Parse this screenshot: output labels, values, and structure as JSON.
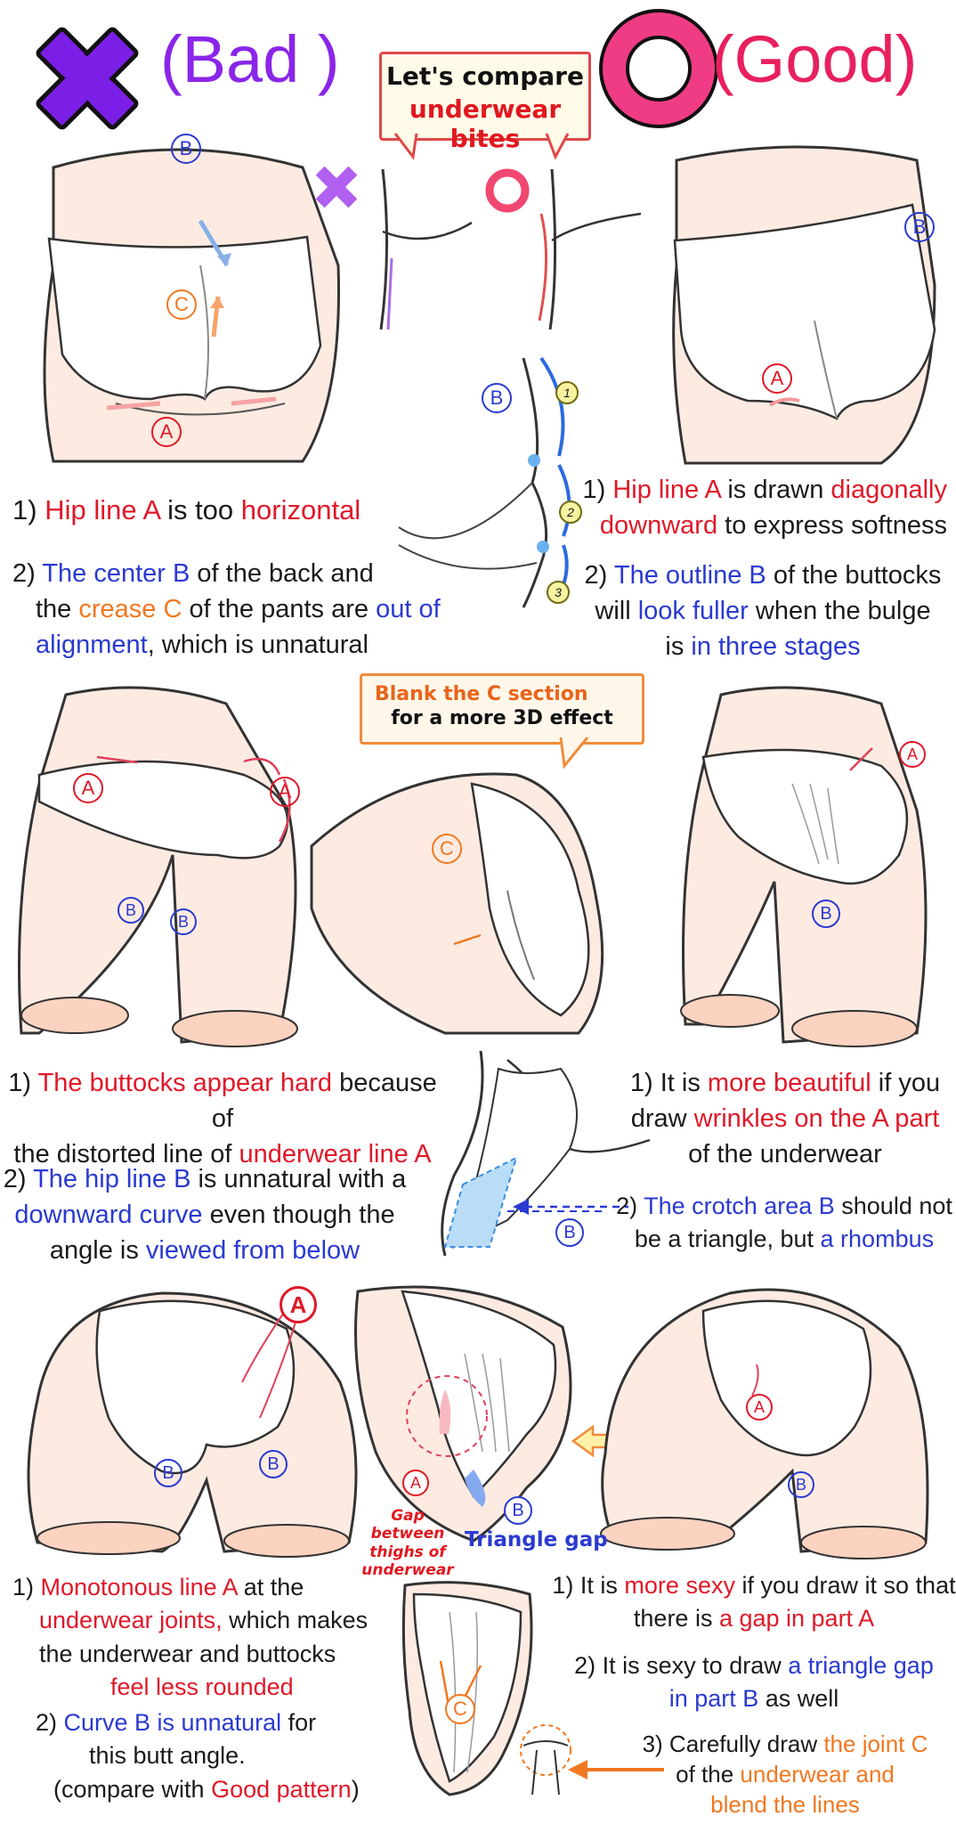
{
  "header": {
    "bad_paren_open": "(",
    "bad_word": "Bad",
    "bad_paren_close": ")",
    "good_paren_open": "(",
    "good_word": "Good",
    "good_paren_close": ")",
    "compare_line1": "Let's compare",
    "compare_line2": "underwear bites"
  },
  "markers": {
    "A": "A",
    "B": "B",
    "C": "C",
    "n1": "1",
    "n2": "2",
    "n3": "3"
  },
  "section1": {
    "bad_1": [
      "1) ",
      "Hip line A",
      " is too ",
      "horizontal"
    ],
    "bad_2_line1": [
      "2) ",
      "The center B",
      " of the back and"
    ],
    "bad_2_line2": [
      "the ",
      "crease C",
      " of the pants are ",
      "out of"
    ],
    "bad_2_line3": [
      "alignment",
      ", which is unnatural"
    ],
    "good_1_line1": [
      "1) ",
      "Hip line A",
      " is drawn ",
      "diagonally"
    ],
    "good_1_line2": [
      "downward",
      " to express softness"
    ],
    "good_2_line1": [
      "2) ",
      "The outline B",
      " of the buttocks"
    ],
    "good_2_line2": [
      "will ",
      "look fuller",
      " when the bulge"
    ],
    "good_2_line3": [
      "is ",
      "in three stages"
    ]
  },
  "section2": {
    "bubble_line1": "Blank the C section",
    "bubble_line2": "for a more 3D effect",
    "bad_1_line1": [
      "1) ",
      "The buttocks appear hard",
      " because of"
    ],
    "bad_1_line2": [
      "the distorted line of ",
      "underwear line A"
    ],
    "bad_2_line1": [
      "2) ",
      "The hip line B",
      " is unnatural with a"
    ],
    "bad_2_line2": [
      "downward curve",
      " even though the"
    ],
    "bad_2_line3": [
      "angle is ",
      "viewed from below"
    ],
    "good_1_line1": [
      "1) It is ",
      "more beautiful",
      " if you"
    ],
    "good_1_line2": [
      "draw ",
      "wrinkles on the A part"
    ],
    "good_1_line3": [
      "of the underwear"
    ],
    "good_2_line1": [
      "2) ",
      "The crotch area B",
      " should not"
    ],
    "good_2_line2": [
      "be a triangle, but ",
      "a rhombus"
    ]
  },
  "section3": {
    "gap_label_line1": "Gap between",
    "gap_label_line2": "thighs of",
    "gap_label_line3": "underwear",
    "triangle_label": "Triangle gap",
    "bad_1_line1": [
      "1) ",
      "Monotonous line A",
      " at the"
    ],
    "bad_1_line2": [
      "underwear joints,",
      "  which makes"
    ],
    "bad_1_line3": [
      "the underwear and buttocks"
    ],
    "bad_1_line4": [
      "feel less rounded"
    ],
    "bad_2_line1": [
      "2) ",
      "Curve B is unnatural",
      " for"
    ],
    "bad_2_line2": [
      "this butt angle."
    ],
    "bad_2_line3": [
      "(compare with ",
      "Good pattern",
      ")"
    ],
    "good_1_line1": [
      "1) It is ",
      "more sexy",
      " if you draw it so that"
    ],
    "good_1_line2": [
      "there is ",
      "a gap in part A"
    ],
    "good_2_line1": [
      "2) It is sexy to draw ",
      "a triangle gap"
    ],
    "good_2_line2": [
      "in part B",
      " as well"
    ],
    "good_3_line1": [
      "3) Carefully draw ",
      "the joint C"
    ],
    "good_3_line2": [
      "of the ",
      "underwear and"
    ],
    "good_3_line3": [
      "blend the lines"
    ]
  },
  "colors": {
    "bad_purple": "#8a26e8",
    "good_pink": "#e8205e",
    "text_red": "#e01828",
    "text_blue": "#2a3ad0",
    "text_orange": "#f07820",
    "skin": "#fde9e0"
  }
}
